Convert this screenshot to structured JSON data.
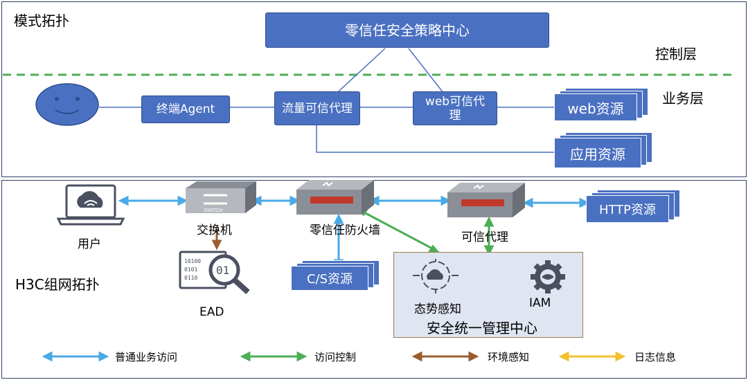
{
  "top": {
    "title": "模式拓扑",
    "control_layer": "控制层",
    "business_layer": "业务层",
    "policy_center": "零信任安全策略中心",
    "terminal_agent": "终端Agent",
    "traffic_proxy": "流量可信代理",
    "web_proxy": "web可信代理",
    "web_resource": "web资源",
    "app_resource": "应用资源"
  },
  "bottom": {
    "title": "H3C组网拓扑",
    "user": "用户",
    "switch": "交换机",
    "switch_tag": "SWITCH",
    "firewall": "零信任防火墙",
    "trusted_proxy": "可信代理",
    "http_resource": "HTTP资源",
    "cs_resource": "C/S资源",
    "ead": "EAD",
    "situation": "态势感知",
    "iam": "IAM",
    "mgmt_center": "安全统一管理中心"
  },
  "legend": [
    {
      "label": "普通业务访问",
      "color": "#4aa9e6"
    },
    {
      "label": "访问控制",
      "color": "#4cae55"
    },
    {
      "label": "环境感知",
      "color": "#9a5d2f"
    },
    {
      "label": "日志信息",
      "color": "#f2c12e"
    }
  ],
  "colors": {
    "box_fill": "#4a70c1",
    "dash_green": "#4cae55",
    "normal_access": "#4aa9e6",
    "access_control": "#4cae55",
    "env_sense": "#9a5d2f"
  }
}
